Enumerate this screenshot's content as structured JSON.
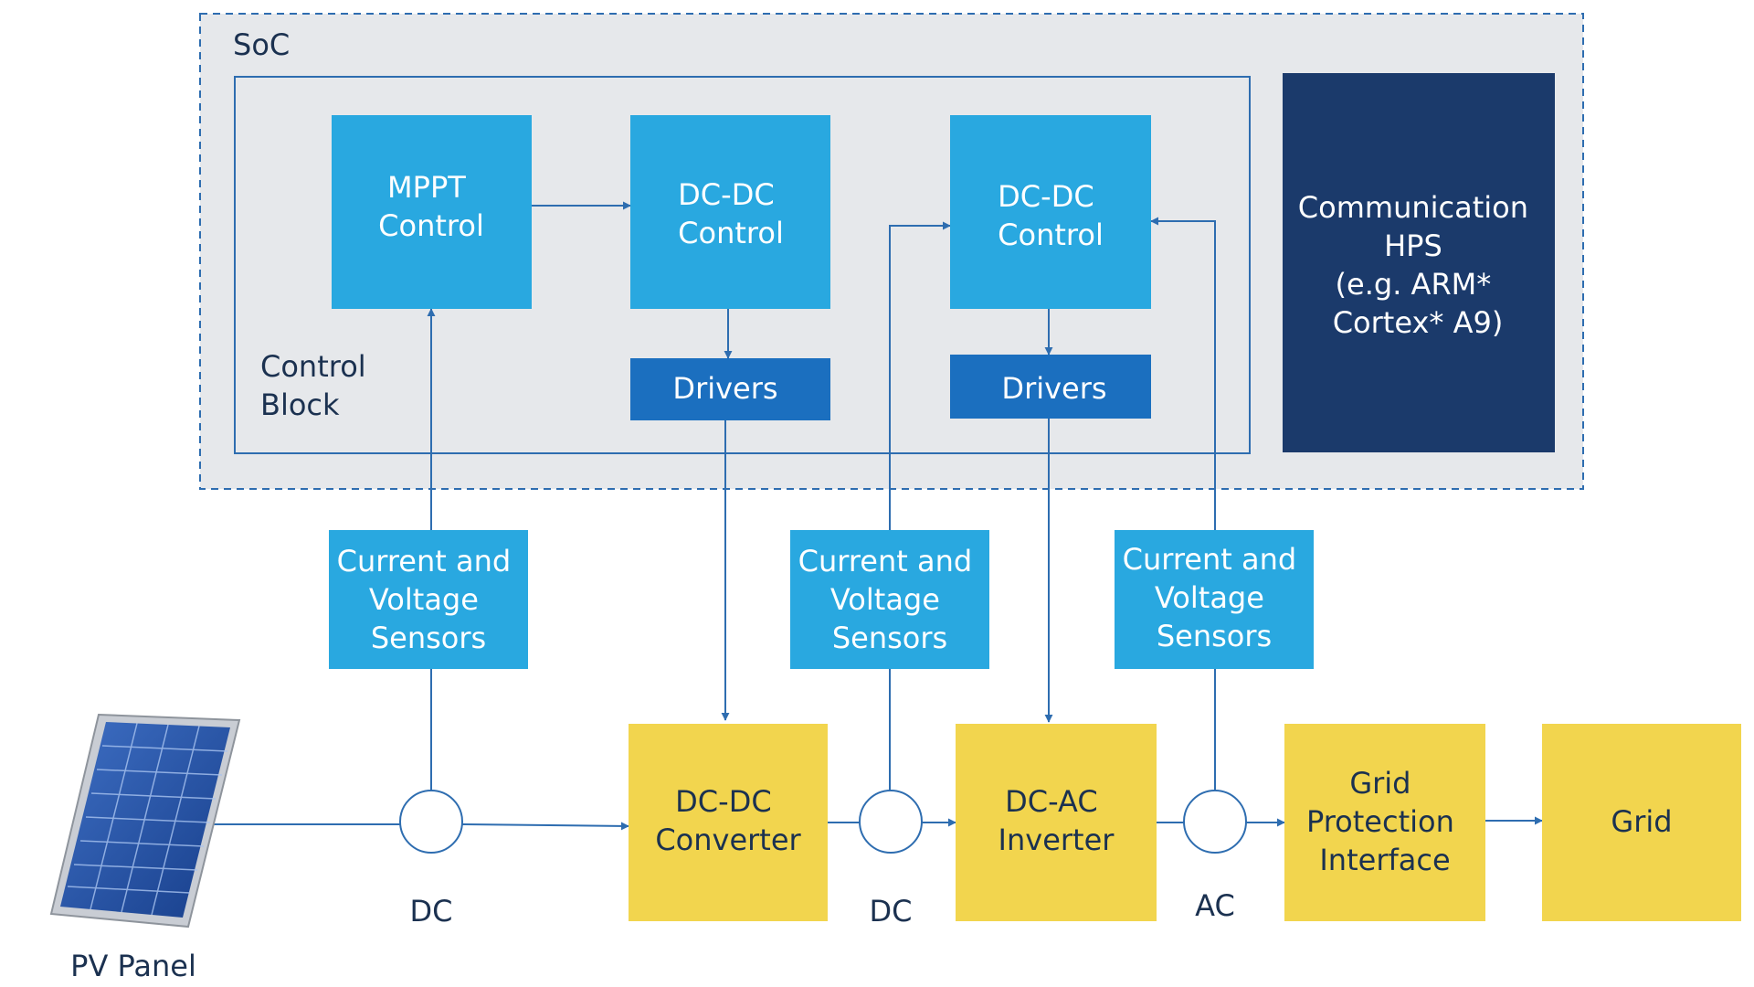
{
  "soc": {
    "label": "SoC"
  },
  "control_block": {
    "label_lines": [
      "Control",
      "Block"
    ]
  },
  "blocks": {
    "mppt_control": {
      "lines": [
        "MPPT",
        "Control"
      ]
    },
    "dcdc_control_1": {
      "lines": [
        "DC-DC",
        "Control"
      ]
    },
    "dcdc_control_2": {
      "lines": [
        "DC-DC",
        "Control"
      ]
    },
    "drivers_1": {
      "lines": [
        "Drivers"
      ]
    },
    "drivers_2": {
      "lines": [
        "Drivers"
      ]
    },
    "communication_hps": {
      "lines": [
        "Communication",
        "HPS",
        "(e.g. ARM*",
        "Cortex* A9)"
      ]
    },
    "sensors_1": {
      "lines": [
        "Current and",
        "Voltage",
        "Sensors"
      ]
    },
    "sensors_2": {
      "lines": [
        "Current and",
        "Voltage",
        "Sensors"
      ]
    },
    "sensors_3": {
      "lines": [
        "Current and",
        "Voltage",
        "Sensors"
      ]
    },
    "dcdc_converter": {
      "lines": [
        "DC-DC",
        "Converter"
      ]
    },
    "dcac_inverter": {
      "lines": [
        "DC-AC",
        "Inverter"
      ]
    },
    "grid_protection": {
      "lines": [
        "Grid",
        "Protection",
        "Interface"
      ]
    },
    "grid": {
      "lines": [
        "Grid"
      ]
    }
  },
  "bus_labels": {
    "dc_1": "DC",
    "dc_2": "DC",
    "ac": "AC"
  },
  "pv_panel": {
    "label": "PV Panel"
  },
  "colors": {
    "light_blue": "#29A8E0",
    "mid_blue": "#1B6FBF",
    "dark_navy": "#1B3A6B",
    "yellow": "#F2D54E",
    "soc_fill": "#E6E8EB",
    "border_blue": "#2E6DB0",
    "text_dark": "#1B3150",
    "text_white": "#FFFFFF"
  }
}
